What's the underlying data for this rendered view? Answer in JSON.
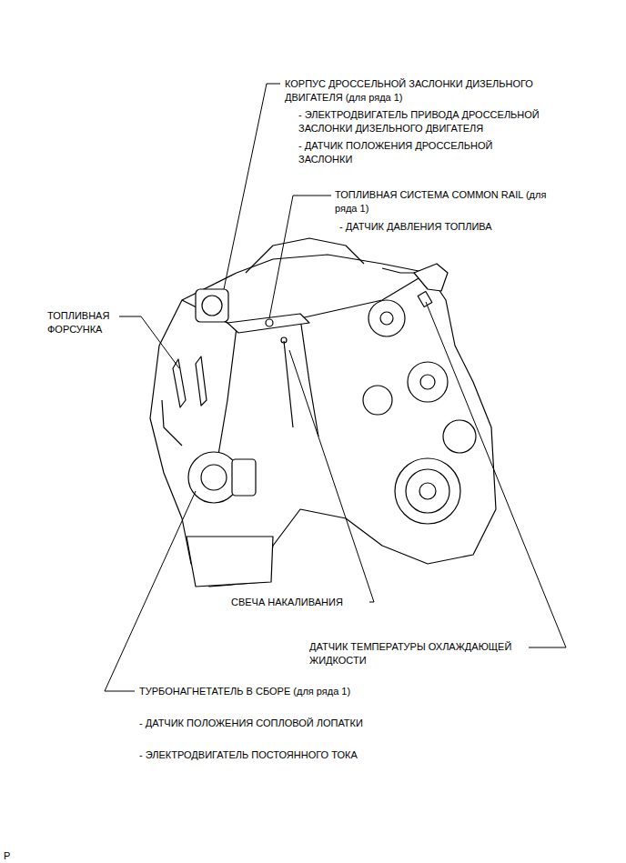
{
  "diagram": {
    "labels": [
      "КОРПУС ДРОССЕЛЬНОЙ ЗАСЛОНКИ ДИЗЕЛЬНОГО ДВИГАТЕЛЯ (для ряда 1)",
      "- ЭЛЕКТРОДВИГАТЕЛЬ ПРИВОДА ДРОССЕЛЬНОЙ ЗАСЛОНКИ ДИЗЕЛЬНОГО ДВИГАТЕЛЯ",
      "- ДАТЧИК ПОЛОЖЕНИЯ ДРОССЕЛЬНОЙ ЗАСЛОНКИ",
      "ТОПЛИВНАЯ СИСТЕМА COMMON RAIL (для ряда 1)",
      "- ДАТЧИК ДАВЛЕНИЯ ТОПЛИВА",
      "ТОПЛИВНАЯ ФОРСУНКА",
      "СВЕЧА НАКАЛИВАНИЯ",
      "ДАТЧИК ТЕМПЕРАТУРЫ ОХЛАЖДАЮЩЕЙ ЖИДКОСТИ",
      "ТУРБОНАГНЕТАТЕЛЬ В СБОРЕ (для ряда 1)",
      "- ДАТЧИК ПОЛОЖЕНИЯ СОПЛОВОЙ ЛОПАТКИ",
      "- ЭЛЕКТРОДВИГАТЕЛЬ ПОСТОЯННОГО ТОКА",
      "P"
    ]
  }
}
